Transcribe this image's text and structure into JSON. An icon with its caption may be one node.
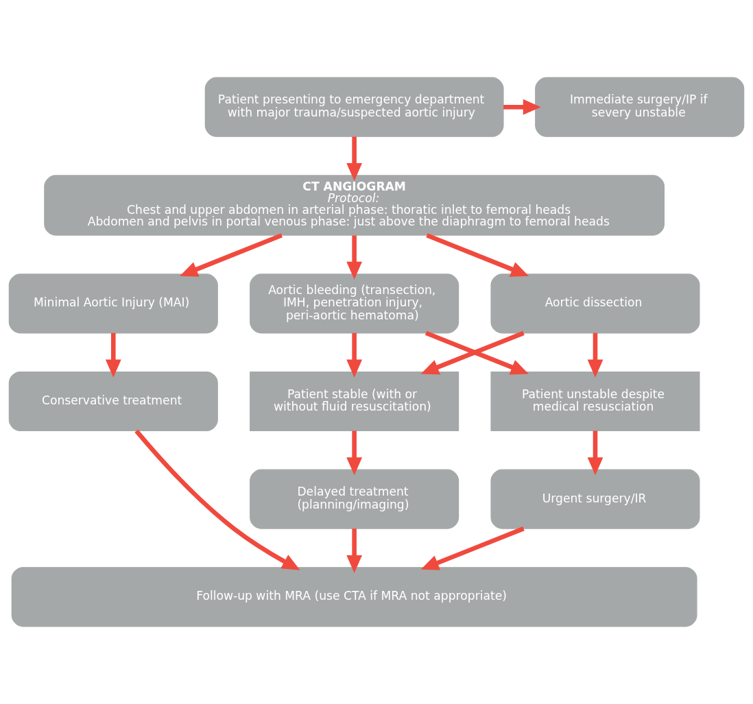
{
  "diagram": {
    "nodes": [
      {
        "text": [
          "Patient presenting to emergency department with major trauma/suspected aortic injury"
        ]
      },
      {
        "text": [
          "Immediate surgery/IP if severy unstable"
        ]
      },
      {
        "text": [
          "CT ANGIOGRAM",
          "Protocol:",
          "Chest and upper abdomen in arterial phase: thoratic inlet to femoral heads",
          "Abdomen and pelvis in portal venous phase: just above the diaphragm to femoral heads"
        ]
      },
      {
        "text": [
          "Minimal Aortic Injury (MAI)"
        ]
      },
      {
        "text": [
          "Aortic dissection"
        ]
      },
      {
        "text": [
          "Aortic bleeding (transection, IMH, penetration injury, peri-aortic hematoma)"
        ]
      },
      {
        "text": [
          "Conservative treatment"
        ]
      },
      {
        "text": [
          "Patient unstable despite medical resusciation"
        ]
      },
      {
        "text": [
          "Patient stable (with or without fluid resuscitation)"
        ]
      },
      {
        "text": [
          "Urgent surgery/IR"
        ]
      },
      {
        "text": [
          "Delayed treatment (planning/imaging)"
        ]
      },
      {
        "text": [
          "Follow-up with MRA (use CTA if MRA not appropriate)"
        ]
      }
    ],
    "edges": [
      {
        "from": 0,
        "to": 1,
        "arrow": "to"
      },
      {
        "from": 0,
        "to": 2,
        "arrow": "to"
      },
      {
        "from": 2,
        "to": 3,
        "arrow": "to"
      },
      {
        "from": 2,
        "to": 4,
        "arrow": "to"
      },
      {
        "from": 2,
        "to": 5,
        "arrow": "to"
      },
      {
        "from": 3,
        "to": 6,
        "arrow": "to"
      },
      {
        "from": 4,
        "to": 7,
        "arrow": "to"
      },
      {
        "from": 4,
        "to": 8,
        "arrow": "to"
      },
      {
        "from": 5,
        "to": 7,
        "arrow": "to"
      },
      {
        "from": 5,
        "to": 8,
        "arrow": "to"
      },
      {
        "from": 6,
        "to": 11,
        "arrow": "to"
      },
      {
        "from": 7,
        "to": 9,
        "arrow": "to"
      },
      {
        "from": 8,
        "to": 10,
        "arrow": "to"
      },
      {
        "from": 9,
        "to": 11,
        "arrow": "to"
      },
      {
        "from": 10,
        "to": 11,
        "arrow": "to"
      }
    ]
  }
}
